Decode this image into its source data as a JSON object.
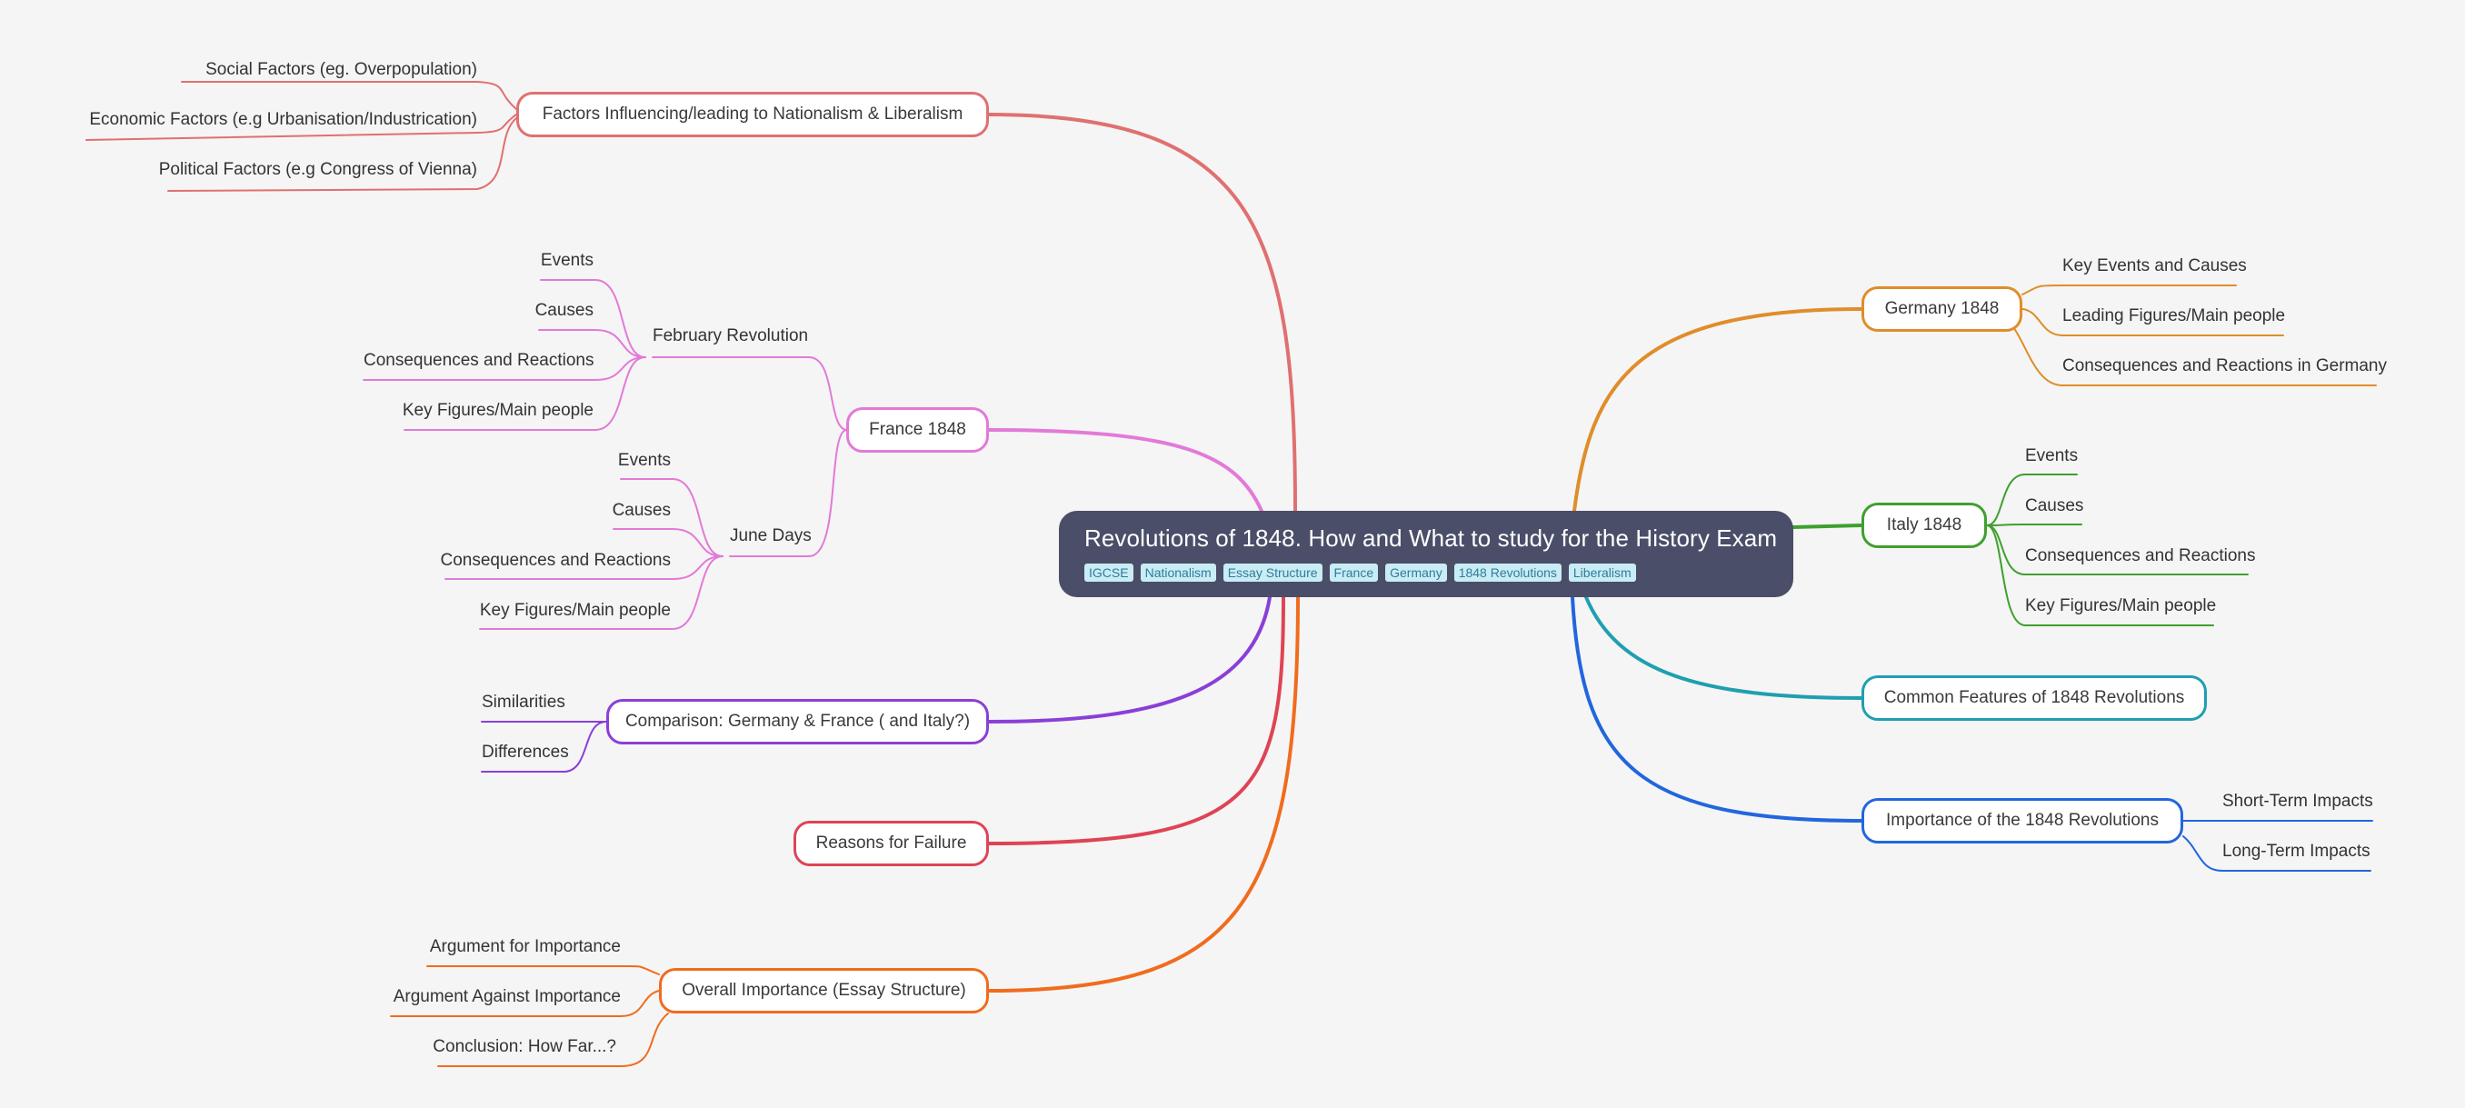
{
  "root": {
    "title": "Revolutions of 1848. How and What to study for the History Exam",
    "tags": [
      "IGCSE",
      "Nationalism",
      "Essay Structure",
      "France",
      "Germany",
      "1848 Revolutions",
      "Liberalism"
    ]
  },
  "branches": {
    "factors": {
      "label": "Factors Influencing/leading to Nationalism & Liberalism",
      "color": "#e07070",
      "children": [
        "Social Factors (eg. Overpopulation)",
        "Economic Factors (e.g Urbanisation/Industrication)",
        "Political Factors (e.g Congress of Vienna)"
      ]
    },
    "france": {
      "label": "France 1848",
      "color": "#e27ad8",
      "groups": [
        {
          "label": "February Revolution",
          "children": [
            "Events",
            "Causes",
            "Consequences and Reactions",
            "Key Figures/Main people"
          ]
        },
        {
          "label": "June Days",
          "children": [
            "Events",
            "Causes",
            "Consequences and Reactions",
            "Key Figures/Main people"
          ]
        }
      ]
    },
    "comparison": {
      "label": "Comparison: Germany & France ( and Italy?)",
      "color": "#8a3fd8",
      "children": [
        "Similarities",
        "Differences"
      ]
    },
    "failure": {
      "label": "Reasons for Failure",
      "color": "#de4455",
      "children": []
    },
    "overall": {
      "label": "Overall Importance (Essay Structure)",
      "color": "#f06c1e",
      "children": [
        "Argument for Importance",
        "Argument Against Importance",
        "Conclusion: How Far...?"
      ]
    },
    "germany": {
      "label": "Germany 1848",
      "color": "#e08d2a",
      "children": [
        "Key Events and Causes",
        "Leading Figures/Main people",
        "Consequences and Reactions in Germany"
      ]
    },
    "italy": {
      "label": "Italy 1848",
      "color": "#3f9f2f",
      "children": [
        "Events",
        "Causes",
        "Consequences and Reactions",
        "Key Figures/Main people"
      ]
    },
    "common": {
      "label": "Common Features of 1848 Revolutions",
      "color": "#1f9fb0",
      "children": []
    },
    "importance": {
      "label": "Importance of the 1848 Revolutions",
      "color": "#2266dd",
      "children": [
        "Short-Term Impacts",
        "Long-Term Impacts"
      ]
    }
  }
}
